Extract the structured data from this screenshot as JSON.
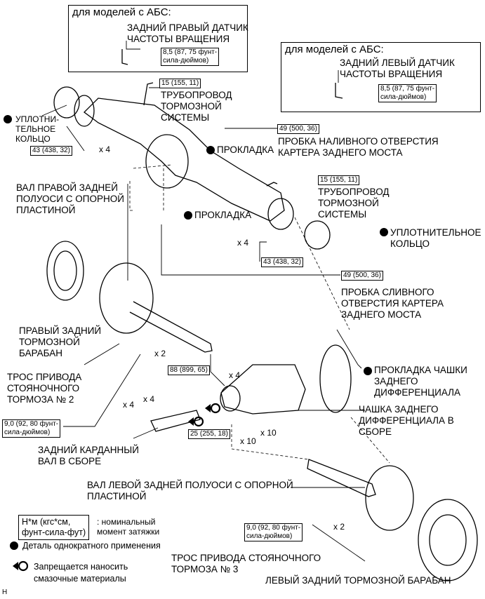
{
  "abs_right": {
    "heading": "для моделей с АБС:",
    "part": "ЗАДНИЙ ПРАВЫЙ ДАТЧИК\nЧАСТОТЫ ВРАЩЕНИЯ",
    "torque": "8,5 (87, 75 фунт-\nсила-дюймов)"
  },
  "abs_left": {
    "heading": "для моделей с АБС:",
    "part": "ЗАДНИЙ ЛЕВЫЙ ДАТЧИК\nЧАСТОТЫ ВРАЩЕНИЯ",
    "torque": "8,5 (87, 75 фунт-\nсила-дюймов)"
  },
  "labels": {
    "brake_line_1": "ТРУБОПРОВОД\nТОРМОЗНОЙ\nСИСТЕМЫ",
    "oring_left": "УПЛОТНИ-\nТЕЛЬНОЕ\nКОЛЬЦО",
    "gasket_1": "ПРОКЛАДКА",
    "fill_plug": "ПРОБКА НАЛИВНОГО ОТВЕРСТИЯ\nКАРТЕРА ЗАДНЕГО МОСТА",
    "right_shaft": "ВАЛ ПРАВОЙ ЗАДНЕЙ\nПОЛУОСИ С ОПОРНОЙ\nПЛАСТИНОЙ",
    "brake_line_2": "ТРУБОПРОВОД\nТОРМОЗНОЙ\nСИСТЕМЫ",
    "gasket_2": "ПРОКЛАДКА",
    "oring_right": "УПЛОТНИТЕЛЬНОЕ\nКОЛЬЦО",
    "drain_plug": "ПРОБКА СЛИВНОГО\nОТВЕРСТИЯ КАРТЕРА\nЗАДНЕГО МОСТА",
    "right_drum": "ПРАВЫЙ ЗАДНИЙ\nТОРМОЗНОЙ\nБАРАБАН",
    "diff_gasket": "ПРОКЛАДКА ЧАШКИ\nЗАДНЕГО\nДИФФЕРЕНЦИАЛА",
    "parking_cable_2": "ТРОС ПРИВОДА\nСТОЯНОЧНОГО\nТОРМОЗА № 2",
    "diff_carrier": "ЧАШКА ЗАДНЕГО\nДИФФЕРЕНЦИАЛА В\nСБОРЕ",
    "propeller_shaft": "ЗАДНИЙ КАРДАННЫЙ\nВАЛ В СБОРЕ",
    "left_shaft": "ВАЛ ЛЕВОЙ ЗАДНЕЙ ПОЛУОСИ С ОПОРНОЙ\nПЛАСТИНОЙ",
    "parking_cable_3": "ТРОС ПРИВОДА СТОЯНОЧНОГО\nТОРМОЗА № 3",
    "left_drum": "ЛЕВЫЙ ЗАДНИЙ ТОРМОЗНОЙ БАРАБАН"
  },
  "torques": {
    "t1": "15 (155, 11)",
    "t2": "49 (500, 36)",
    "t3": "43 (438, 32)",
    "t4": "15 (155, 11)",
    "t5": "43 (438, 32)",
    "t6": "49 (500, 36)",
    "t7": "88 (899, 65)",
    "t8": "9,0 (92, 80 фунт-\nсила-дюймов)",
    "t9": "25 (255, 18)",
    "t10": "9,0 (92, 80 фунт-\nсила-дюймов)"
  },
  "quantities": {
    "q1": "x 4",
    "q2": "x 4",
    "q3": "x 2",
    "q4": "x 4",
    "q5": "x 4",
    "q6": "x 4",
    "q7": "x 10",
    "q8": "x 10",
    "q9": "x 2"
  },
  "legend": {
    "unit_box": "Н*м (кгс*см,\nфунт-сила-фут)",
    "unit_desc": ": номинальный\nмомент затяжки",
    "non_reusable": "Деталь однократного применения",
    "no_lube": "Запрещается наносить\nсмазочные материалы"
  },
  "corner_mark": "H"
}
